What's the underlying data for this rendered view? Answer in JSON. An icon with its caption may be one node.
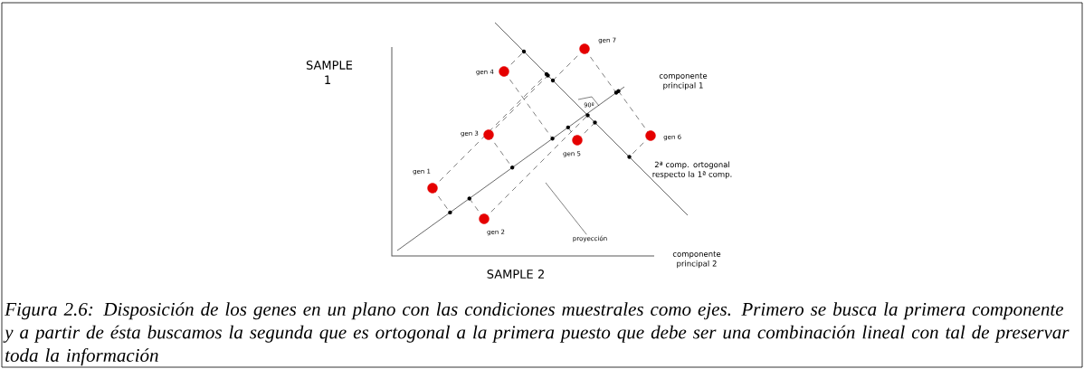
{
  "diagram": {
    "caption": "Figura 2.6: Disposición de los genes en un plano con las condiciones muestrales como ejes. Primero se busca la primera componente y a partir de ésta buscamos la segunda que es ortogonal a la primera puesto que debe ser una combinación lineal con tal de preservar toda la información",
    "nodes": [
      {
        "text": [],
        "shape": "circle",
        "beside": [
          "gen 7"
        ]
      },
      {
        "text": [],
        "shape": "circle",
        "beside": [
          "gen 4"
        ]
      },
      {
        "text": [],
        "shape": "circle",
        "beside": [
          "gen 3"
        ]
      },
      {
        "text": [],
        "shape": "circle",
        "beside": [
          "gen 6"
        ]
      },
      {
        "text": [],
        "shape": "circle",
        "beside": [
          "gen 5"
        ]
      },
      {
        "text": [],
        "shape": "circle",
        "beside": [
          "gen 1"
        ]
      },
      {
        "text": [],
        "shape": "circle",
        "beside": [
          "gen 2"
        ]
      },
      {
        "text": [
          "proyección"
        ]
      }
    ],
    "edges": [
      {
        "from": null,
        "to": 7,
        "arrow": "none"
      }
    ],
    "labels": [
      "SAMPLE 1",
      "componente principal 1",
      "90º",
      "2ª comp. ortogonal respecto la 1ª comp.",
      "componente principal 2",
      "SAMPLE 2"
    ]
  }
}
